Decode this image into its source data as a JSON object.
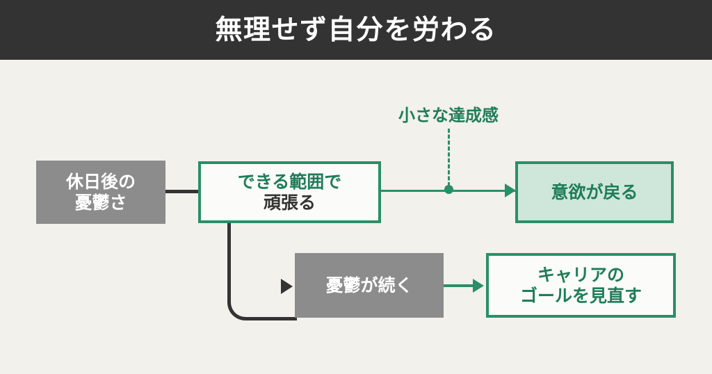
{
  "header": {
    "title": "無理せず自分を労わる"
  },
  "theme": {
    "page_bg": "#f2f1ec",
    "header_bg": "#333333",
    "header_text": "#ffffff",
    "accent_green": "#2a8f68",
    "green_text": "#1f7d58",
    "green_fill": "#cfe6db",
    "gray_fill": "#8c8c8c",
    "dark_line": "#333333",
    "white_fill": "#fbfbfa"
  },
  "diagram": {
    "type": "flowchart",
    "nodes": [
      {
        "id": "start",
        "lines": [
          "休日後の",
          "憂鬱さ"
        ],
        "style": "gray-filled",
        "text_color": "#ffffff",
        "fill": "#8c8c8c"
      },
      {
        "id": "effort",
        "lines": [
          "できる範囲で",
          "頑張る"
        ],
        "line_colors": [
          "#1f7d58",
          "#333333"
        ],
        "style": "green-outline",
        "fill": "#fbfbfa"
      },
      {
        "id": "return",
        "lines": [
          "意欲が戻る"
        ],
        "style": "green-filled",
        "text_color": "#1f7d58",
        "fill": "#cfe6db"
      },
      {
        "id": "stuck",
        "lines": [
          "憂鬱が続く"
        ],
        "style": "gray-filled",
        "text_color": "#ffffff",
        "fill": "#8c8c8c"
      },
      {
        "id": "goal",
        "lines": [
          "キャリアの",
          "ゴールを見直す"
        ],
        "style": "green-outline",
        "text_color": "#1f7d58",
        "fill": "#fbfbfa"
      }
    ],
    "edges": [
      {
        "id": "start-effort",
        "from": "start",
        "to": "effort",
        "color": "#333333",
        "arrow": false,
        "shape": "straight"
      },
      {
        "id": "effort-return",
        "from": "effort",
        "to": "return",
        "color": "#2a8f68",
        "arrow": true,
        "shape": "straight",
        "midpoint_dot": true
      },
      {
        "id": "effort-stuck",
        "from": "effort",
        "to": "stuck",
        "color": "#333333",
        "arrow": true,
        "shape": "elbow"
      },
      {
        "id": "stuck-goal",
        "from": "stuck",
        "to": "goal",
        "color": "#2a8f68",
        "arrow": true,
        "shape": "straight"
      }
    ],
    "annotations": [
      {
        "id": "small-win",
        "label": "小さな達成感",
        "color": "#1f7d58",
        "attaches_to_edge": "effort-return",
        "connector": "dashed-vertical"
      }
    ]
  }
}
